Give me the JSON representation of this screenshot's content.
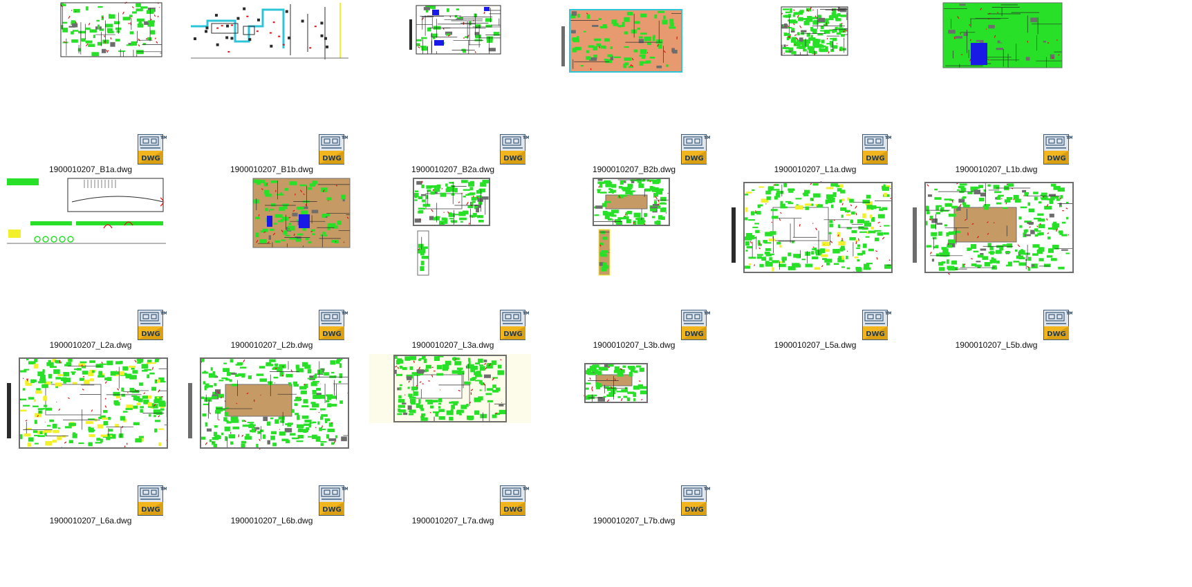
{
  "window": {
    "view": "large-icons",
    "background": "#ffffff"
  },
  "icon": {
    "name": "dwg-file-icon",
    "badge_text": "DWG",
    "tm_text": "TM",
    "colors": {
      "gold": "#f2b51e",
      "gold_dark": "#c98c0b",
      "sheet": "#dfe6ee",
      "frame": "#3a5b7c",
      "text": "#1f3c5a"
    }
  },
  "thumbnail_palette": {
    "green": "#27e027",
    "red": "#e01010",
    "gray": "#6d6d6d",
    "dark": "#2b2b2b",
    "blue": "#1a1ae6",
    "cyan": "#2ec4d8",
    "orange": "#e79a6f",
    "tan": "#c69a65",
    "yellow": "#f1f02a",
    "cream": "#fdfbe9"
  },
  "files": [
    {
      "name": "1900010207_B1a.dwg",
      "thumb": "B1a"
    },
    {
      "name": "1900010207_B1b.dwg",
      "thumb": "B1b"
    },
    {
      "name": "1900010207_B2a.dwg",
      "thumb": "B2a"
    },
    {
      "name": "1900010207_B2b.dwg",
      "thumb": "B2b"
    },
    {
      "name": "1900010207_L1a.dwg",
      "thumb": "L1a"
    },
    {
      "name": "1900010207_L1b.dwg",
      "thumb": "L1b"
    },
    {
      "name": "1900010207_L2a.dwg",
      "thumb": "L2a"
    },
    {
      "name": "1900010207_L2b.dwg",
      "thumb": "L2b"
    },
    {
      "name": "1900010207_L3a.dwg",
      "thumb": "L3a"
    },
    {
      "name": "1900010207_L3b.dwg",
      "thumb": "L3b"
    },
    {
      "name": "1900010207_L5a.dwg",
      "thumb": "L5a"
    },
    {
      "name": "1900010207_L5b.dwg",
      "thumb": "L5b"
    },
    {
      "name": "1900010207_L6a.dwg",
      "thumb": "L6a"
    },
    {
      "name": "1900010207_L6b.dwg",
      "thumb": "L6b"
    },
    {
      "name": "1900010207_L7a.dwg",
      "thumb": "L7a"
    },
    {
      "name": "1900010207_L7b.dwg",
      "thumb": "L7b"
    }
  ]
}
